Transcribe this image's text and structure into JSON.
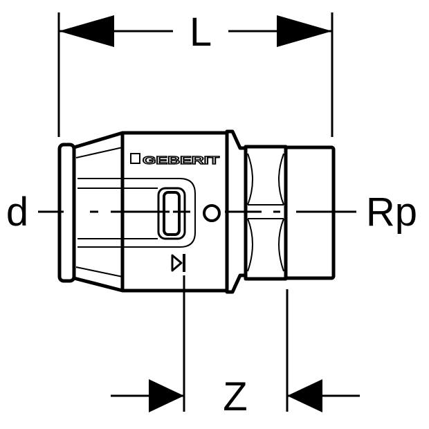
{
  "diagram": {
    "title": "Geberit press fitting adapter with female thread",
    "brand_logo": "GEBERIT",
    "dimensions": {
      "length_label": "L",
      "pipe_diameter_label": "d",
      "thread_label": "Rp",
      "insertion_offset_label": "Z"
    },
    "colors": {
      "line": "#000000",
      "background": "#ffffff"
    }
  }
}
